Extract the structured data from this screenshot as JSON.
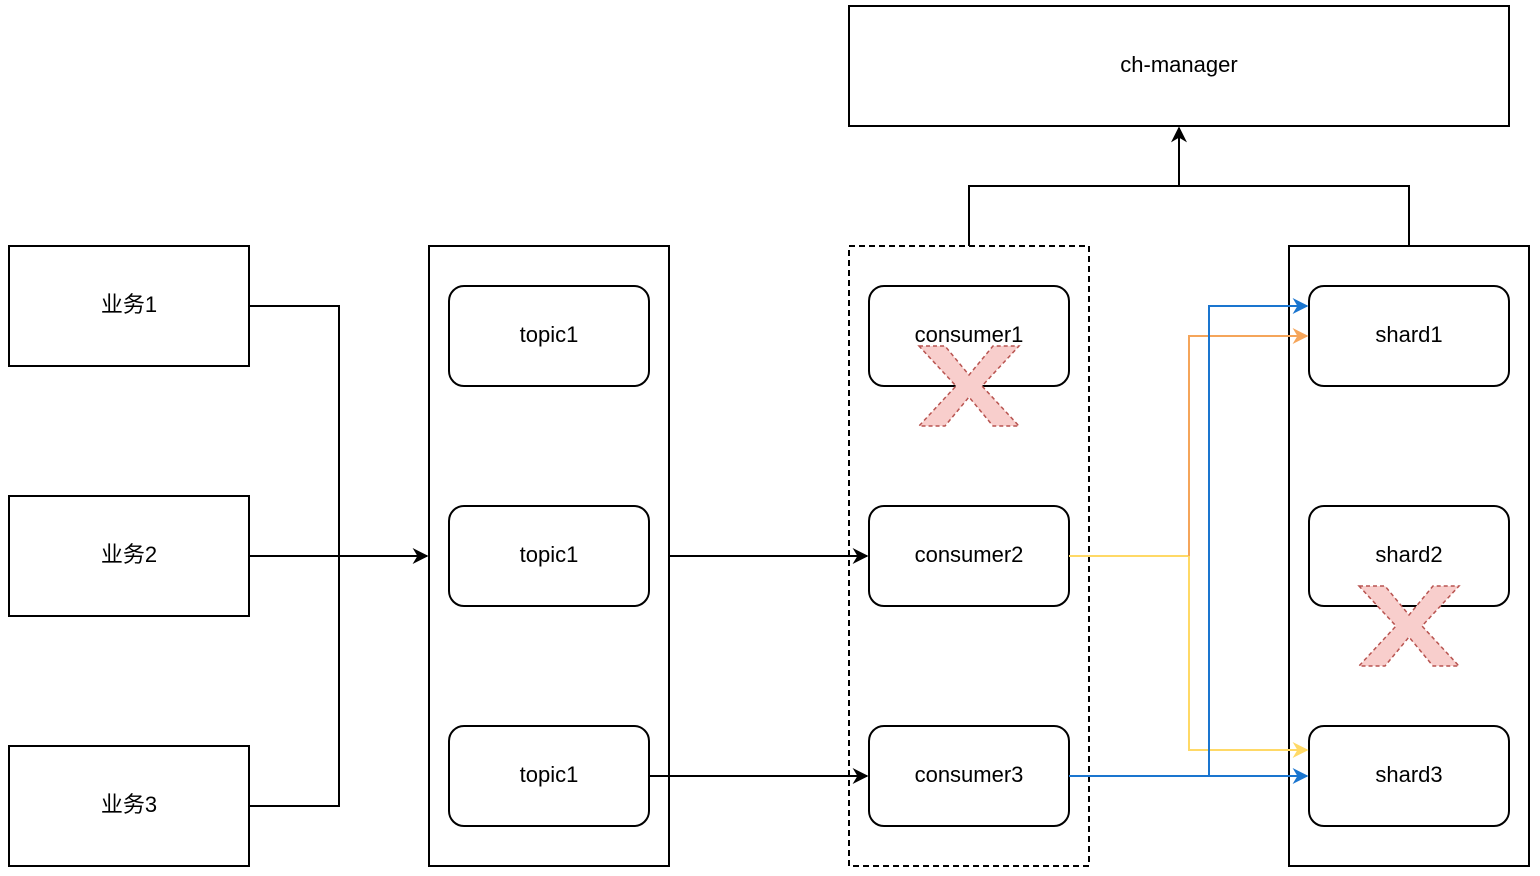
{
  "business": [
    "业务1",
    "业务2",
    "业务3"
  ],
  "topics": [
    "topic1",
    "topic1",
    "topic1"
  ],
  "consumers": [
    "consumer1",
    "consumer2",
    "consumer3"
  ],
  "shards": [
    "shard1",
    "shard2",
    "shard3"
  ],
  "manager": "ch-manager",
  "colors": {
    "black": "#000000",
    "yellow": "#ffd966",
    "orange": "#f5a55a",
    "blue": "#1a75cf",
    "failed_fill": "#f8cecc",
    "failed_stroke": "#b85450"
  }
}
